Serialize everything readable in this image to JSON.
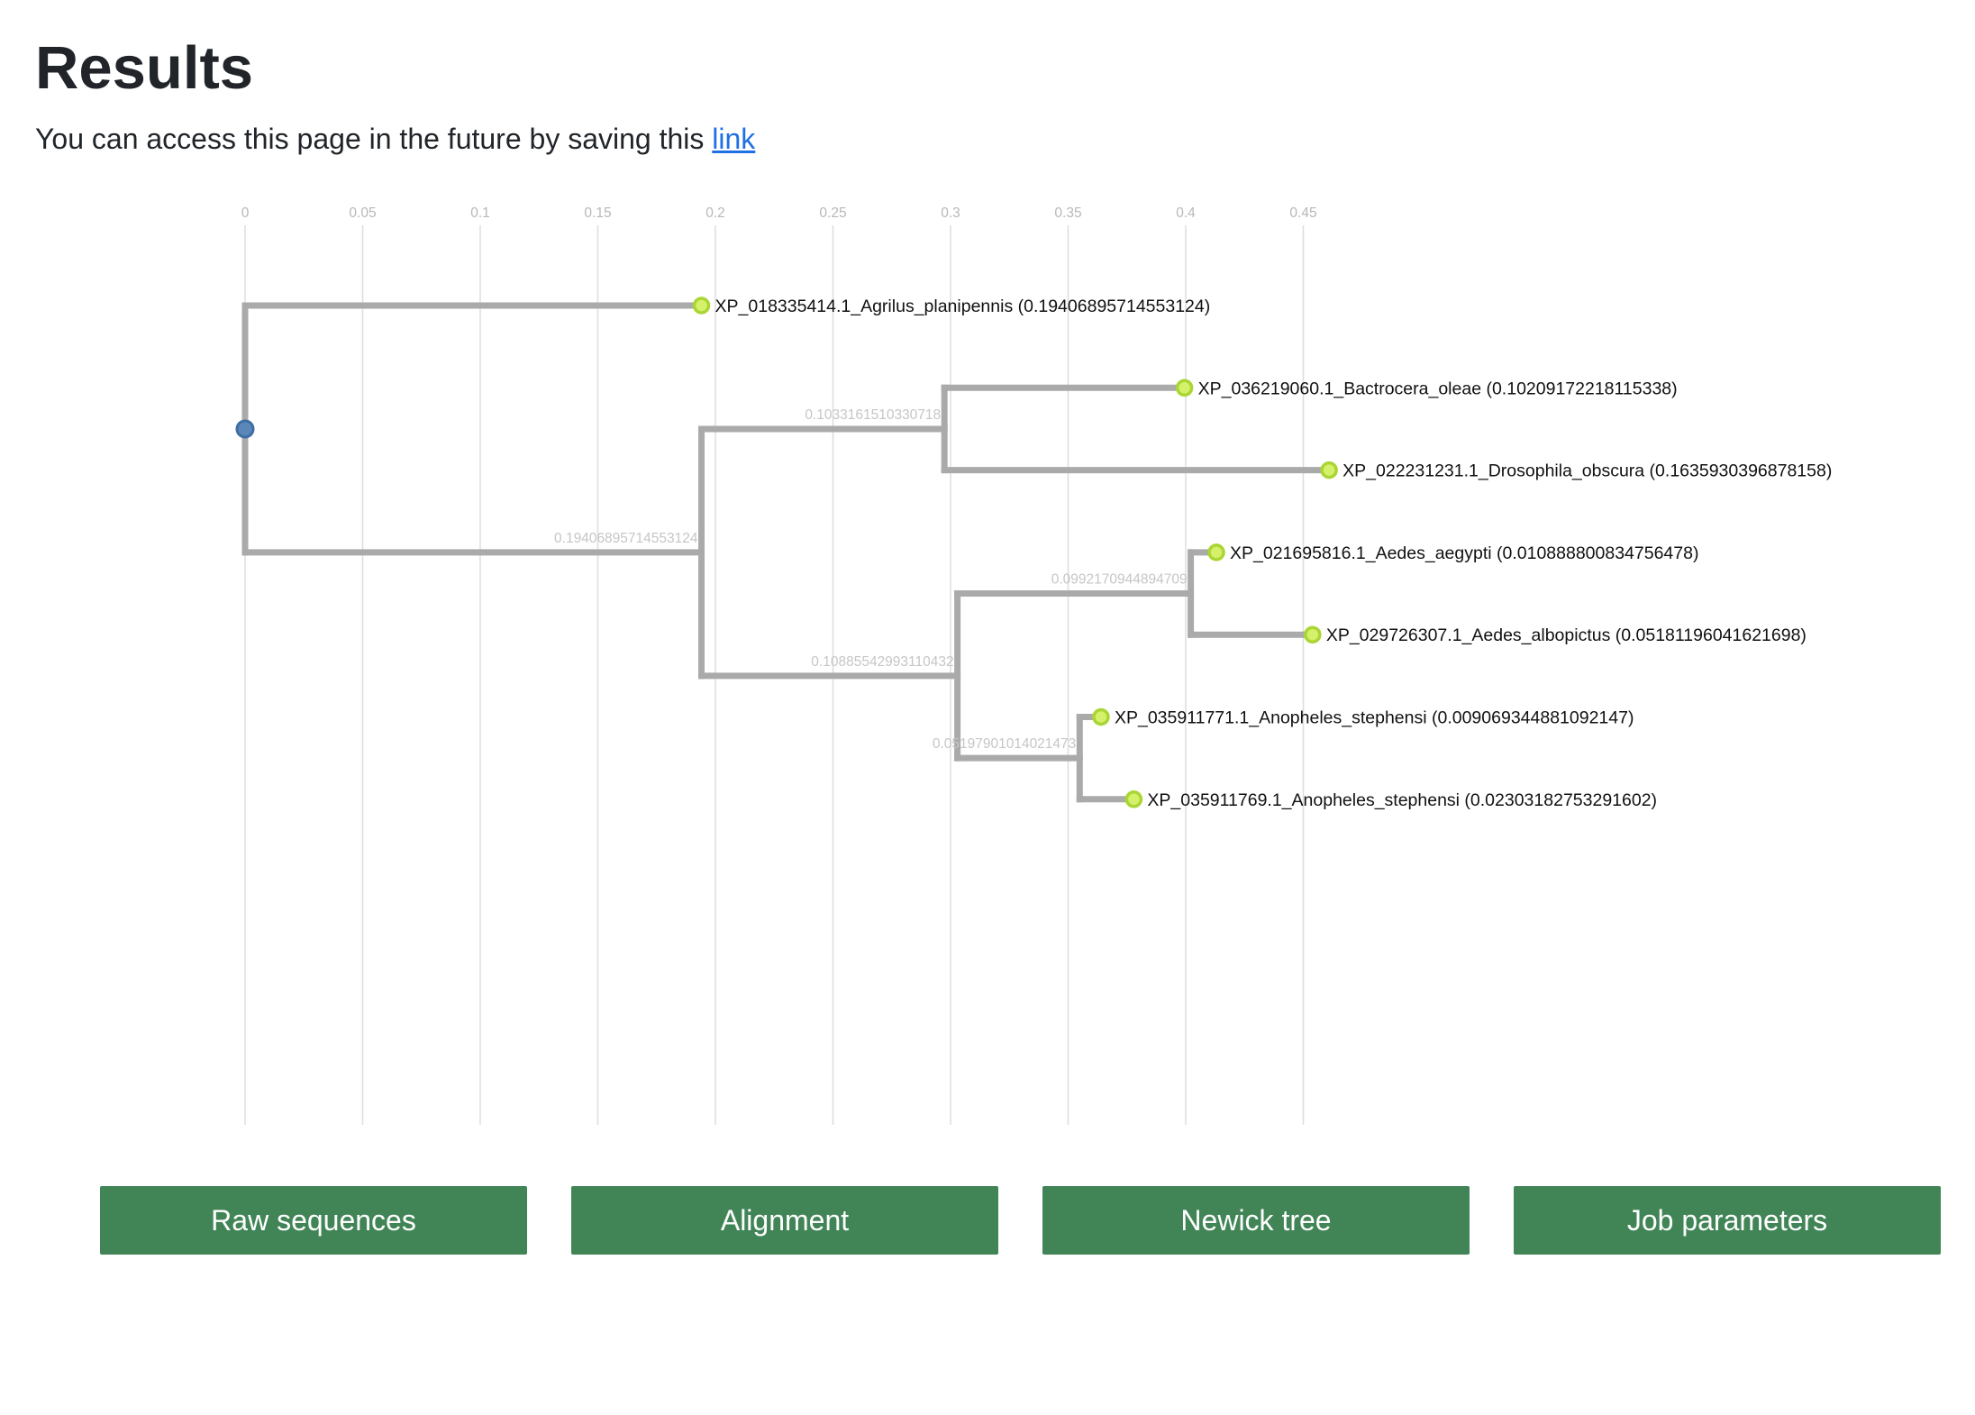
{
  "page": {
    "title": "Results",
    "subtitle_text": "You can access this page in the future by saving this",
    "link_label": "link"
  },
  "chart_data": {
    "type": "phylogenetic-tree",
    "axis_ticks": [
      "0",
      "0.05",
      "0.1",
      "0.15",
      "0.2",
      "0.25",
      "0.3",
      "0.35",
      "0.4",
      "0.45"
    ],
    "axis_tick_values": [
      0,
      0.05,
      0.1,
      0.15,
      0.2,
      0.25,
      0.3,
      0.35,
      0.4,
      0.45
    ],
    "xlim": [
      0,
      0.45
    ],
    "grid": true,
    "root": {
      "children": [
        {
          "name": "XP_018335414.1_Agrilus_planipennis",
          "length": 0.19406895714553124,
          "length_label": "0.19406895714553124"
        },
        {
          "length": 0.19406895714553124,
          "length_label": "0.19406895714553124",
          "children": [
            {
              "length": 0.1033161510330718,
              "length_label": "0.1033161510330718",
              "children": [
                {
                  "name": "XP_036219060.1_Bactrocera_oleae",
                  "length": 0.10209172218115338,
                  "length_label": "0.10209172218115338"
                },
                {
                  "name": "XP_022231231.1_Drosophila_obscura",
                  "length": 0.1635930396878158,
                  "length_label": "0.1635930396878158"
                }
              ]
            },
            {
              "length": 0.10885542993110432,
              "length_label": "0.10885542993110432",
              "children": [
                {
                  "length": 0.0992170944894709,
                  "length_label": "0.0992170944894709",
                  "children": [
                    {
                      "name": "XP_021695816.1_Aedes_aegypti",
                      "length": 0.010888800834756478,
                      "length_label": "0.010888800834756478"
                    },
                    {
                      "name": "XP_029726307.1_Aedes_albopictus",
                      "length": 0.05181196041621698,
                      "length_label": "0.05181196041621698"
                    }
                  ]
                },
                {
                  "length": 0.05197901014021473,
                  "length_label": "0.05197901014021473",
                  "children": [
                    {
                      "name": "XP_035911771.1_Anopheles_stephensi",
                      "length": 0.009069344881092147,
                      "length_label": "0.009069344881092147"
                    },
                    {
                      "name": "XP_035911769.1_Anopheles_stephensi",
                      "length": 0.02303182753291602,
                      "length_label": "0.02303182753291602"
                    }
                  ]
                }
              ]
            }
          ]
        }
      ]
    },
    "colors": {
      "branch": "#aaaaaa",
      "leaf_fill": "#d5f06a",
      "leaf_stroke": "#a9d634",
      "root_fill": "#5a86b8",
      "root_stroke": "#3e6fa2",
      "grid": "#dddddd"
    }
  },
  "buttons": [
    {
      "label": "Raw sequences",
      "name": "raw-sequences-button"
    },
    {
      "label": "Alignment",
      "name": "alignment-button"
    },
    {
      "label": "Newick tree",
      "name": "newick-tree-button"
    },
    {
      "label": "Job parameters",
      "name": "job-parameters-button"
    }
  ],
  "colors": {
    "button_bg": "#418557",
    "link": "#1f6fe5"
  }
}
